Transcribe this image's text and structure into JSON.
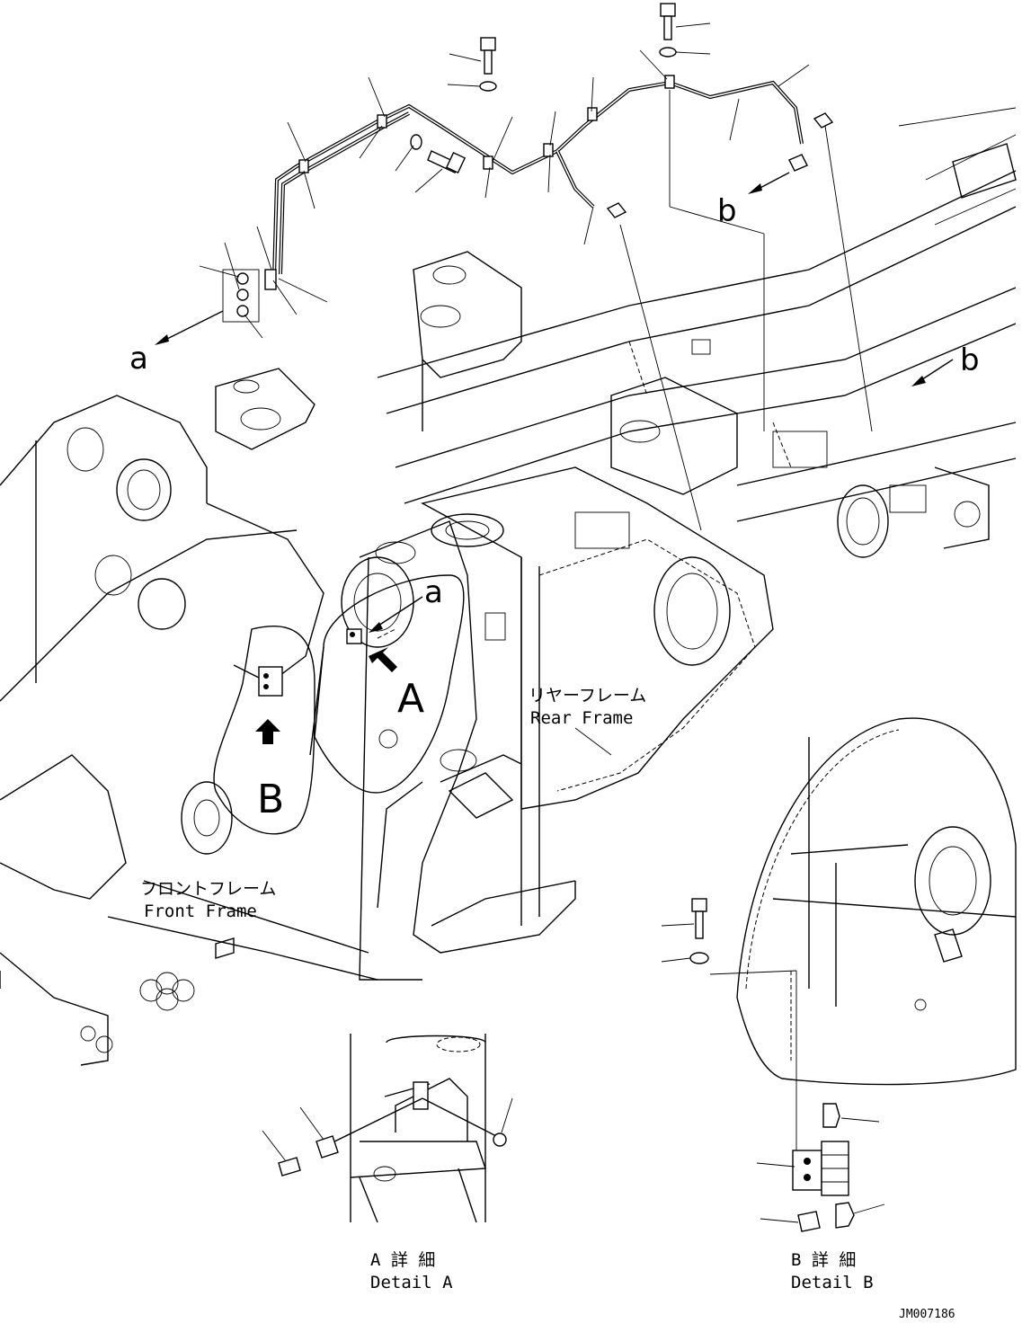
{
  "callouts": {
    "a_top": "a",
    "b_top": "b",
    "b_right": "b",
    "a_mid": "a",
    "view_A": "A",
    "view_B": "B"
  },
  "frames": {
    "rear_jp": "リヤーフレーム",
    "rear_en": "Rear Frame",
    "front_jp": "フロントフレーム",
    "front_en": "Front Frame"
  },
  "details": {
    "a_jp": "A 詳 細",
    "a_en": "Detail A",
    "b_jp": "B 詳 細",
    "b_en": "Detail B"
  },
  "drawing_id": "JM007186"
}
